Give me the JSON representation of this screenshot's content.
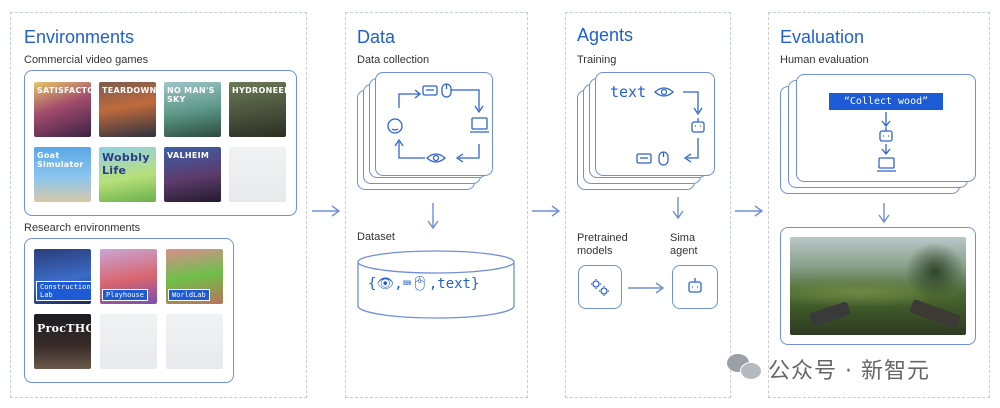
{
  "environments": {
    "title": "Environments",
    "commercial_label": "Commercial video games",
    "games": [
      "SATISFACTORY",
      "TEARDOWN",
      "NO MAN'S SKY",
      "HYDRONEER",
      "Goat Simulator",
      "Wobbly Life",
      "VALHEIM",
      ""
    ],
    "research_label": "Research environments",
    "research": [
      {
        "name": "Construction Lab",
        "tag": "Construction Lab"
      },
      {
        "name": "Playhouse",
        "tag": "Playhouse"
      },
      {
        "name": "WorldLab",
        "tag": "WorldLab"
      },
      {
        "name": "ProcTHOR",
        "tag": ""
      }
    ]
  },
  "data": {
    "title": "Data",
    "collection_label": "Data collection",
    "dataset_label": "Dataset",
    "dataset_text": "{👁,⌨🖱,text}"
  },
  "agents": {
    "title": "Agents",
    "training_label": "Training",
    "training_text": "text",
    "pretrained_label": "Pretrained models",
    "sima_label": "Sima agent"
  },
  "evaluation": {
    "title": "Evaluation",
    "human_label": "Human evaluation",
    "instruction": "“Collect wood”"
  },
  "watermark": {
    "text": "公众号 · 新智元"
  },
  "colors": {
    "accent": "#1f5fd1",
    "line": "#6f8fd8",
    "dash": "#c7ccd6"
  }
}
